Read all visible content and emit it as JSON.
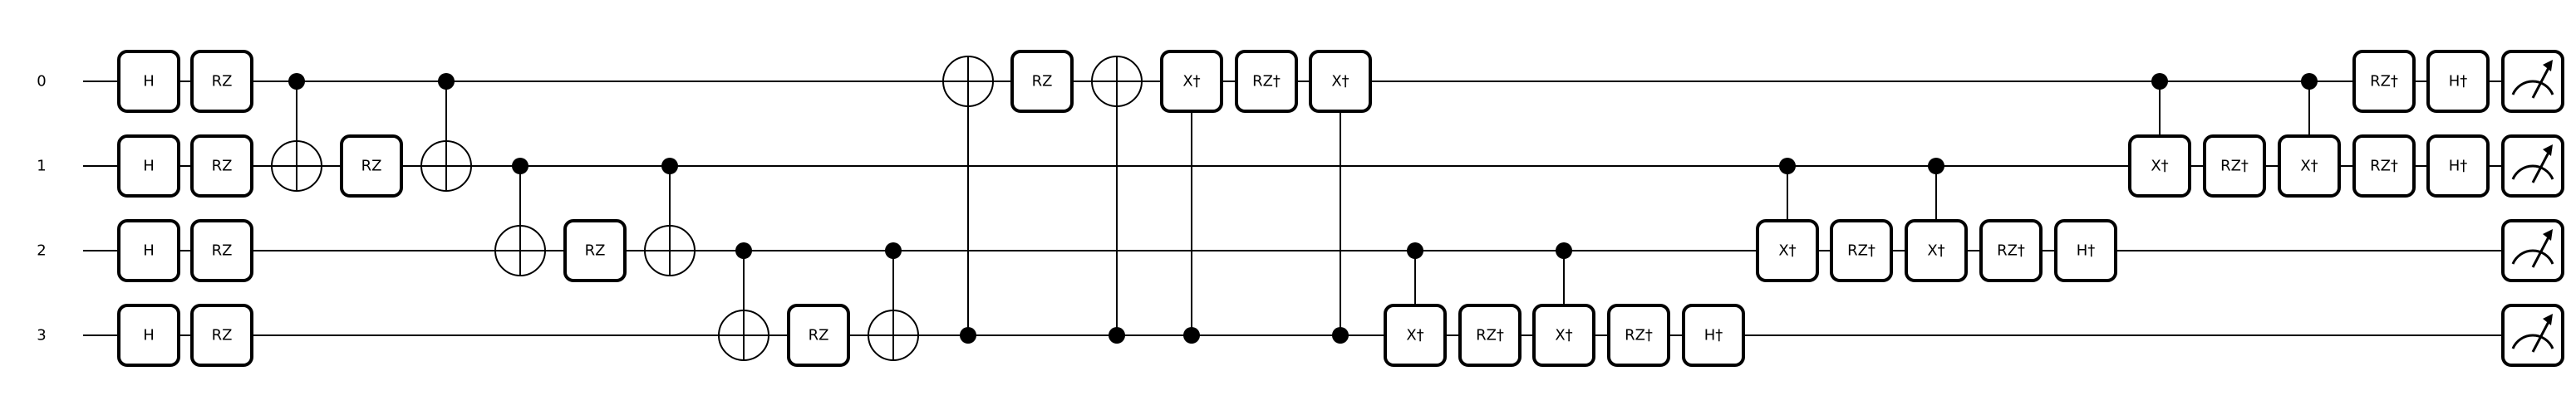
{
  "qubits": [
    "0",
    "1",
    "2",
    "3"
  ],
  "columns": [
    [
      {
        "t": "g",
        "q": 0,
        "l": "H"
      },
      {
        "t": "g",
        "q": 1,
        "l": "H"
      },
      {
        "t": "g",
        "q": 2,
        "l": "H"
      },
      {
        "t": "g",
        "q": 3,
        "l": "H"
      }
    ],
    [
      {
        "t": "g",
        "q": 0,
        "l": "RZ"
      },
      {
        "t": "g",
        "q": 1,
        "l": "RZ"
      },
      {
        "t": "g",
        "q": 2,
        "l": "RZ"
      },
      {
        "t": "g",
        "q": 3,
        "l": "RZ"
      }
    ],
    [
      {
        "t": "cnot",
        "c": 0,
        "x": 1
      }
    ],
    [
      {
        "t": "g",
        "q": 1,
        "l": "RZ"
      }
    ],
    [
      {
        "t": "cnot",
        "c": 0,
        "x": 1
      }
    ],
    [
      {
        "t": "cnot",
        "c": 1,
        "x": 2
      }
    ],
    [
      {
        "t": "g",
        "q": 2,
        "l": "RZ"
      }
    ],
    [
      {
        "t": "cnot",
        "c": 1,
        "x": 2
      }
    ],
    [
      {
        "t": "cnot",
        "c": 2,
        "x": 3
      }
    ],
    [
      {
        "t": "g",
        "q": 3,
        "l": "RZ"
      }
    ],
    [
      {
        "t": "cnot",
        "c": 2,
        "x": 3
      }
    ],
    [
      {
        "t": "cnot",
        "c": 3,
        "x": 0
      }
    ],
    [
      {
        "t": "g",
        "q": 0,
        "l": "RZ"
      }
    ],
    [
      {
        "t": "cnot",
        "c": 3,
        "x": 0
      }
    ],
    [
      {
        "t": "cg",
        "c": 3,
        "q": 0,
        "l": "X†"
      }
    ],
    [
      {
        "t": "g",
        "q": 0,
        "l": "RZ†"
      }
    ],
    [
      {
        "t": "cg",
        "c": 3,
        "q": 0,
        "l": "X†"
      }
    ],
    [
      {
        "t": "cg",
        "c": 2,
        "q": 3,
        "l": "X†"
      }
    ],
    [
      {
        "t": "g",
        "q": 3,
        "l": "RZ†"
      }
    ],
    [
      {
        "t": "cg",
        "c": 2,
        "q": 3,
        "l": "X†"
      }
    ],
    [
      {
        "t": "g",
        "q": 3,
        "l": "RZ†"
      }
    ],
    [
      {
        "t": "g",
        "q": 3,
        "l": "H†"
      }
    ],
    [
      {
        "t": "cg",
        "c": 1,
        "q": 2,
        "l": "X†"
      }
    ],
    [
      {
        "t": "g",
        "q": 2,
        "l": "RZ†"
      }
    ],
    [
      {
        "t": "cg",
        "c": 1,
        "q": 2,
        "l": "X†"
      }
    ],
    [
      {
        "t": "g",
        "q": 2,
        "l": "RZ†"
      }
    ],
    [
      {
        "t": "g",
        "q": 2,
        "l": "H†"
      }
    ],
    [
      {
        "t": "cg",
        "c": 0,
        "q": 1,
        "l": "X†"
      }
    ],
    [
      {
        "t": "g",
        "q": 1,
        "l": "RZ†"
      }
    ],
    [
      {
        "t": "cg",
        "c": 0,
        "q": 1,
        "l": "X†"
      }
    ],
    [
      {
        "t": "g",
        "q": 0,
        "l": "RZ†"
      },
      {
        "t": "g",
        "q": 1,
        "l": "RZ†"
      }
    ],
    [
      {
        "t": "g",
        "q": 0,
        "l": "H†"
      },
      {
        "t": "g",
        "q": 1,
        "l": "H†"
      }
    ],
    [
      {
        "t": "m",
        "q": 0
      },
      {
        "t": "m",
        "q": 1
      },
      {
        "t": "m",
        "q": 2
      },
      {
        "t": "m",
        "q": 3
      }
    ]
  ]
}
